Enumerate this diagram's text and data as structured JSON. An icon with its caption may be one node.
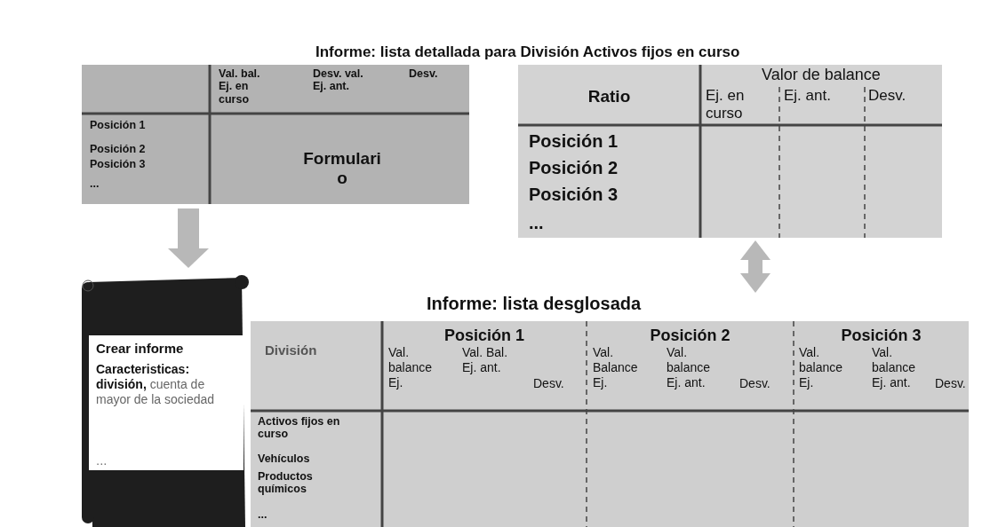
{
  "diagram": {
    "nodes": [
      {
        "text": [
          "Val. bal. Ej. en curso",
          "Desv. val. Ej. ant.",
          "Desv.",
          "Posición 1",
          "Posición 2",
          "Posición 3",
          "...",
          "Formulari o"
        ]
      },
      {
        "text": [
          "Informe: lista detallada para División Activos fijos en curso",
          "Ratio",
          "Valor de balance",
          "Ej. en curso",
          "Ej. ant.",
          "Desv.",
          "Posición 1",
          "Posición 2",
          "Posición 3",
          "..."
        ]
      },
      {
        "text": [
          "Crear informe",
          "**Caracteristicas: división,** cuenta de mayor de la sociedad",
          "..."
        ]
      },
      {
        "text": [
          "Informe: lista desglosada",
          "División",
          "Posición 1",
          "Val. balance Ej.",
          "Val. Bal. Ej. ant.",
          "Desv.",
          "Posición 2",
          "Val. Balance Ej.",
          "Val. balance Ej. ant.",
          "Desv.",
          "Posición 3",
          "Val. balance Ej.",
          "Val. balance Ej. ant.",
          "Desv.",
          "Activos fijos en curso",
          "Vehículos",
          "Productos químicos",
          "..."
        ]
      }
    ],
    "edges": [
      {
        "from": 0,
        "to": 2,
        "arrow": "to"
      },
      {
        "from": 1,
        "to": 3,
        "arrow": "both"
      }
    ]
  }
}
